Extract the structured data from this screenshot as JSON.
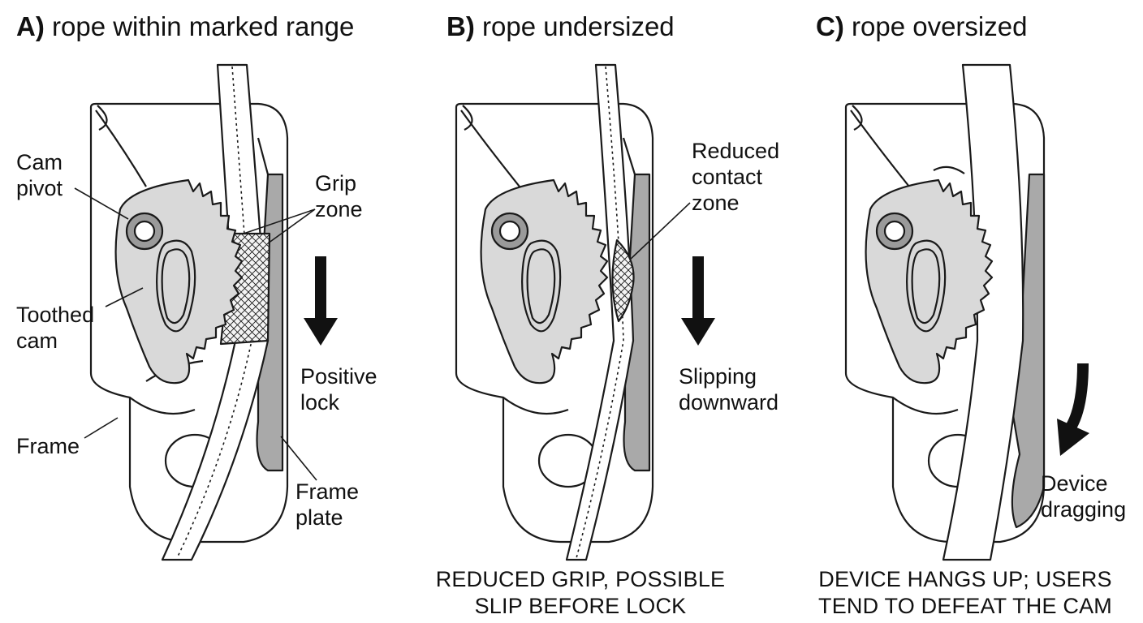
{
  "panels": [
    {
      "id": "a",
      "title_letter": "A)",
      "title_text": "rope within marked range",
      "labels": {
        "cam_pivot": [
          "Cam",
          "pivot"
        ],
        "toothed_cam": [
          "Toothed",
          "cam"
        ],
        "frame": "Frame",
        "grip_zone": [
          "Grip",
          "zone"
        ],
        "positive_lock": [
          "Positive",
          "lock"
        ],
        "frame_plate": [
          "Frame",
          "plate"
        ]
      },
      "caption": []
    },
    {
      "id": "b",
      "title_letter": "B)",
      "title_text": "rope undersized",
      "labels": {
        "reduced_contact_zone": [
          "Reduced",
          "contact",
          "zone"
        ],
        "slipping_downward": [
          "Slipping",
          "downward"
        ]
      },
      "caption": [
        "REDUCED GRIP, POSSIBLE",
        "SLIP BEFORE LOCK"
      ]
    },
    {
      "id": "c",
      "title_letter": "C)",
      "title_text": "rope oversized",
      "labels": {
        "device_dragging": [
          "Device",
          "dragging"
        ]
      },
      "caption": [
        "DEVICE HANGS UP; USERS",
        "TEND TO DEFEAT THE CAM"
      ]
    }
  ],
  "colors": {
    "line": "#1a1a1a",
    "cam_fill": "#d9d9d9",
    "plate_fill": "#a9a9a9",
    "pivot_fill": "#9a9a9a"
  }
}
